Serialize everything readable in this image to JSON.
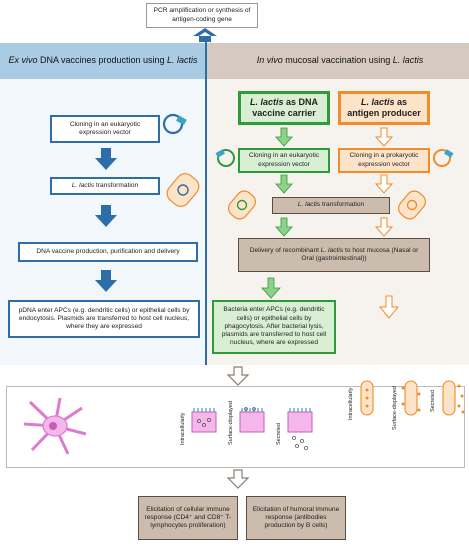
{
  "top_box": "PCR amplification or synthesis of antigen-coding gene",
  "left_header": {
    "part1": "Ex vivo",
    "part2": " DNA vaccines production using ",
    "part3": "L. lactis"
  },
  "right_header": {
    "part1": "In vivo",
    "part2": " mucosal vaccination using ",
    "part3": "L. lactis"
  },
  "left_steps": {
    "cloning": "Cloning in an eukaryotic expression vector",
    "transformation_italic": "L. lactis",
    "transformation_rest": " transformation",
    "production": "DNA vaccine production, purification and delivery",
    "pdna": "pDNA enter APCs (e.g. dendritic cells) or epithelial cells by endocytosis. Plasmids are transferred to host cell nucleus, where they are expressed"
  },
  "dna_carrier": {
    "italic": "L. lactis",
    "rest": " as DNA vaccine carrier"
  },
  "antigen_producer": {
    "italic": "L. lactis",
    "rest": " as antigen producer"
  },
  "green_cloning": "Cloning in an eukaryotic expression vector",
  "orange_cloning": "Cloning in a prokaryotic expression vector",
  "shared_transformation": {
    "italic": "L. lactis",
    "rest": " transformation"
  },
  "delivery": {
    "pre": "Delivery of recombinant ",
    "italic": "L. lactis",
    "post": " to host mucosa (Nasal or Oral (gastrointestinal))"
  },
  "bacteria_enter": "Bacteria enter APCs (e.g. dendritic cells) or epithelial cells by phagocytosis. After bacterial lysis, plasmids are transferred to host cell nucleus, where are expressed",
  "cell_labels": [
    "Intracellularly",
    "Surface-displayed",
    "Secreted"
  ],
  "bacteria_labels": [
    "Intracellularly",
    "Surface-displayed",
    "Secreted"
  ],
  "cellular_response": "Elicitation of cellular immune response (CD4⁺ and CD8⁺ T-lymphocytes proliferation)",
  "humoral_response": "Elicitation of humoral immune response (antibodies production by B cells)",
  "colors": {
    "blue": "#2d6ea8",
    "green": "#2f9a3a",
    "orange": "#f08c2a",
    "gray": "#8a7d72",
    "left_panel": "#a9cbe3",
    "right_panel": "#d6cac0"
  }
}
